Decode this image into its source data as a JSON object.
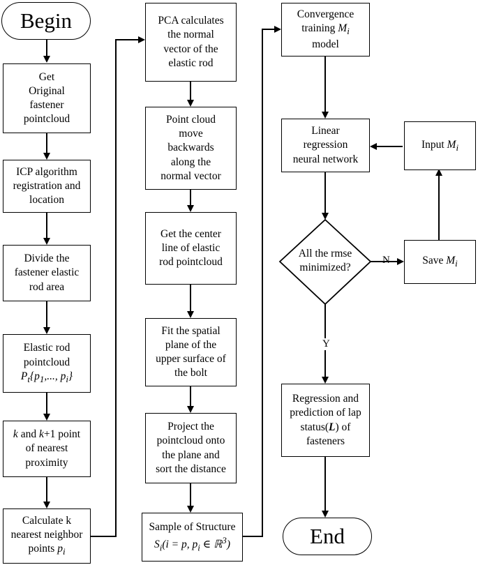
{
  "nodes": {
    "begin": "Begin",
    "end": "End",
    "get_pointcloud": "Get\nOriginal\nfastener\npointcloud",
    "icp": "ICP algorithm\nregistration and\nlocation",
    "divide_area": "Divide the\nfastener elastic\nrod area",
    "elastic_rod_pc": "Elastic rod\npointcloud",
    "elastic_rod_pc_math": "P_t{p_1,..., p_i}",
    "nearest_proximity_line1": "k and k+1 point",
    "nearest_proximity_rest": "of nearest\nproximity",
    "knn_text": "Calculate k\nnearest neighbor\npoints",
    "knn_math": "p_i",
    "pca": "PCA calculates\nthe normal\nvector of the\nelastic rod",
    "move_backwards": "Point cloud\nmove\nbackwards\nalong the\nnormal vector",
    "center_line": "Get the center\nline of elastic\nrod pointcloud",
    "fit_plane": "Fit the spatial\nplane of the\nupper surface of\nthe bolt",
    "project": "Project the\npointcloud onto\nthe plane and\nsort the distance",
    "sample_text": "Sample of Structure",
    "sample_math": "S_i(i = p, p_i ∈ ℝ³)",
    "convergence_text": "Convergence\ntraining",
    "convergence_math": "M_i",
    "convergence_tail": "model",
    "linear_regression": "Linear\nregression\nneural network",
    "input_text": "Input",
    "input_math": "M_i",
    "save_text": "Save",
    "save_math": "M_i",
    "decision": "All the rmse\nminimized?",
    "regression_prediction_1": "Regression and\nprediction of lap\nstatus(",
    "regression_prediction_L": "L",
    "regression_prediction_2": ") of\nfasteners"
  },
  "edge_labels": {
    "no": "N",
    "yes": "Y"
  }
}
